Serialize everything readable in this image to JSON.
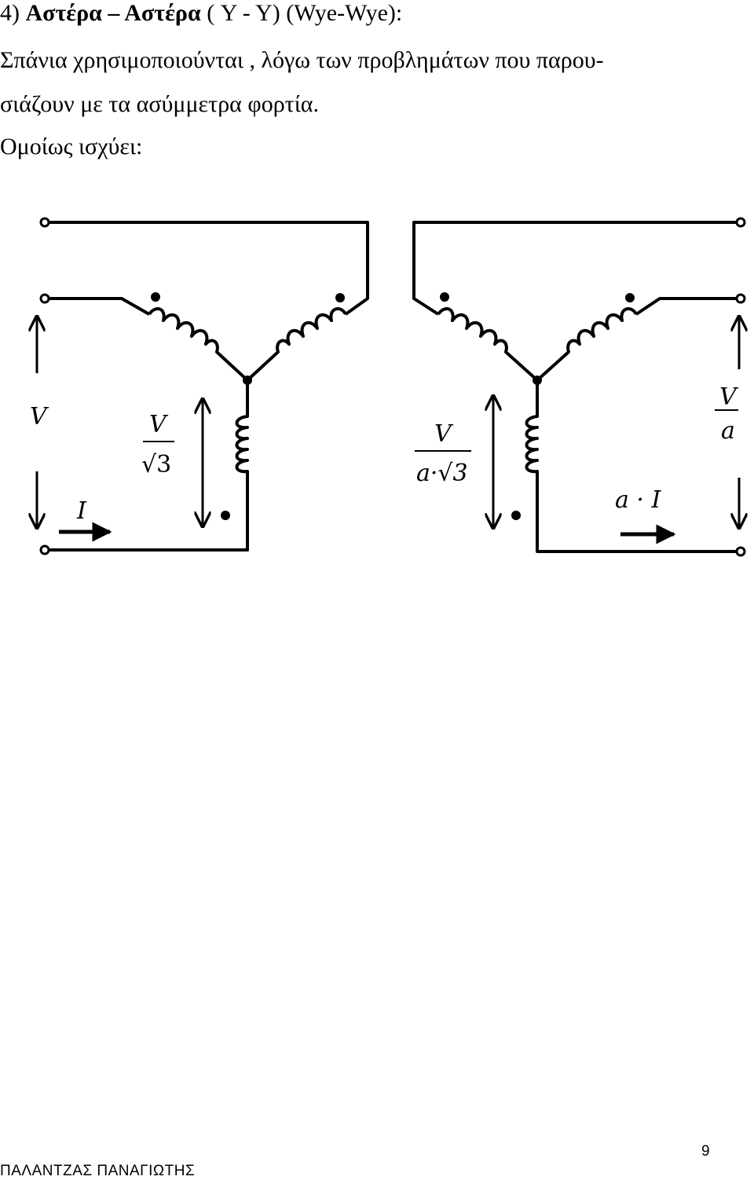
{
  "heading": {
    "number": "4)",
    "title_bold": "Αστέρα – Αστέρα",
    "title_rest": "( Y  - Y) (Wye-Wye):"
  },
  "paragraph": {
    "line1": "Σπάνια  χρησιμοποιούνται , λόγω των προβλημάτων που παρου-",
    "line2": "σιάζουν με τα ασύμμετρα φορτία.",
    "line3": "Ομοίως ισχύει:"
  },
  "diagram": {
    "primary_line_voltage": "V",
    "primary_current": "I",
    "primary_phase_voltage_num": "V",
    "primary_phase_voltage_den": "√3",
    "secondary_phase_voltage_num": "V",
    "secondary_phase_voltage_den": "a·√3",
    "secondary_current": "a · I",
    "secondary_line_voltage_num": "V",
    "secondary_line_voltage_den": "a"
  },
  "footer": {
    "page_number": "9",
    "author": "ΠΑΛΑΝΤΖΑΣ  ΠΑΝΑΓΙΩΤΗΣ"
  }
}
